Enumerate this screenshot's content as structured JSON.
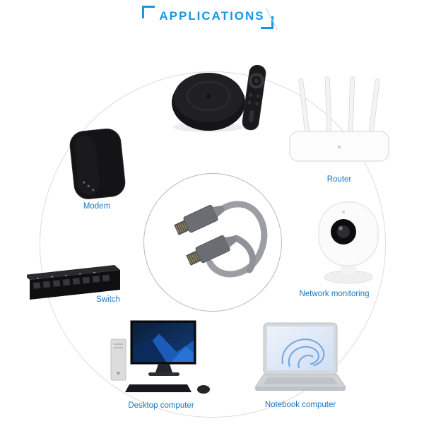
{
  "header": {
    "title": "APPLICATIONS"
  },
  "colors": {
    "accent": "#1597e2",
    "label": "#1778c2",
    "big_circle": "#dcdcdc",
    "center_circle": "#b5b8bb"
  },
  "center": {
    "icon": "ethernet-cable"
  },
  "devices": {
    "tvbox": {
      "label": ""
    },
    "router": {
      "label": "Router"
    },
    "modem": {
      "label": "Modem"
    },
    "camera": {
      "label": "Network monitoring"
    },
    "switch": {
      "label": "Switch"
    },
    "desktop": {
      "label": "Desktop computer"
    },
    "notebook": {
      "label": "Notebook computer"
    }
  }
}
